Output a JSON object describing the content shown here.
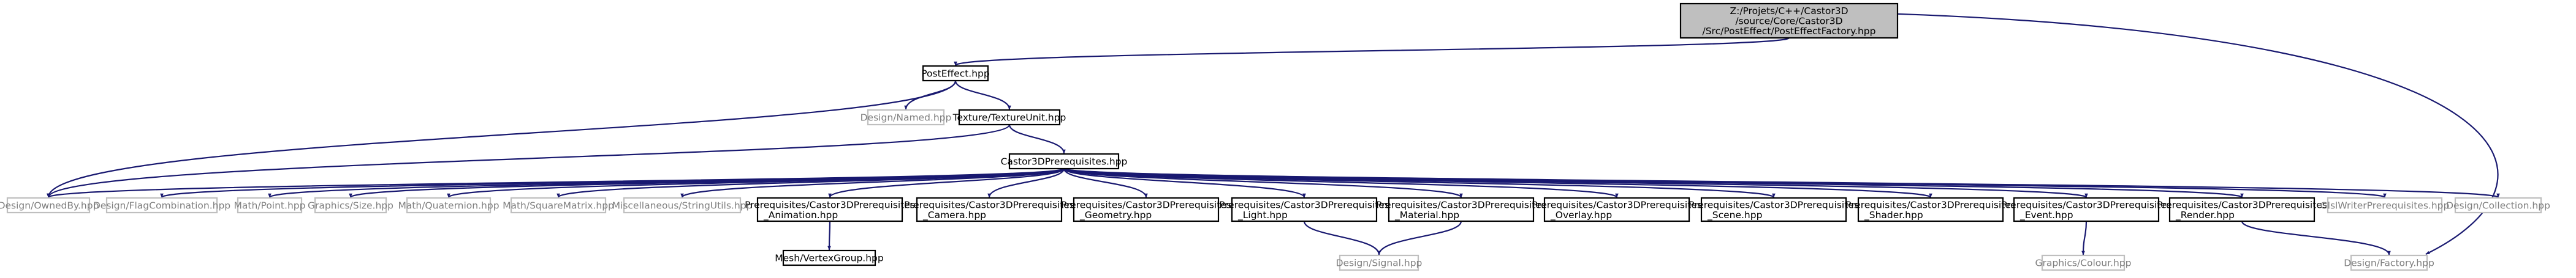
{
  "diagram": {
    "type": "include-dependency-graph",
    "colors": {
      "root_fill": "#bfbfbf",
      "node_fill": "#ffffff",
      "node_border": "#000000",
      "external_border": "#bfbfbf",
      "external_text": "#7f7f7f",
      "text": "#000000",
      "edge": "#191970"
    },
    "nodes": [
      {
        "id": "root",
        "lines": [
          "Z:/Projets/C++/Castor3D",
          "/source/Core/Castor3D",
          "/Src/PostEffect/PostEffectFactory.hpp"
        ],
        "style": "root"
      },
      {
        "id": "posteffect",
        "lines": [
          "PostEffect.hpp"
        ],
        "style": "normal"
      },
      {
        "id": "named",
        "lines": [
          "Design/Named.hpp"
        ],
        "style": "external"
      },
      {
        "id": "textureunit",
        "lines": [
          "Texture/TextureUnit.hpp"
        ],
        "style": "normal"
      },
      {
        "id": "castor3dprereq",
        "lines": [
          "Castor3DPrerequisites.hpp"
        ],
        "style": "normal"
      },
      {
        "id": "ownedby",
        "lines": [
          "Design/OwnedBy.hpp"
        ],
        "style": "external"
      },
      {
        "id": "flagcombination",
        "lines": [
          "Design/FlagCombination.hpp"
        ],
        "style": "external"
      },
      {
        "id": "point",
        "lines": [
          "Math/Point.hpp"
        ],
        "style": "external"
      },
      {
        "id": "size",
        "lines": [
          "Graphics/Size.hpp"
        ],
        "style": "external"
      },
      {
        "id": "quaternion",
        "lines": [
          "Math/Quaternion.hpp"
        ],
        "style": "external"
      },
      {
        "id": "squarematrix",
        "lines": [
          "Math/SquareMatrix.hpp"
        ],
        "style": "external"
      },
      {
        "id": "stringutils",
        "lines": [
          "Miscellaneous/StringUtils.hpp"
        ],
        "style": "external"
      },
      {
        "id": "animation",
        "lines": [
          "Prerequisites/Castor3DPrerequisites",
          "_Animation.hpp"
        ],
        "style": "normal"
      },
      {
        "id": "camera",
        "lines": [
          "Prerequisites/Castor3DPrerequisites",
          "_Camera.hpp"
        ],
        "style": "normal"
      },
      {
        "id": "geometry",
        "lines": [
          "Prerequisites/Castor3DPrerequisites",
          "_Geometry.hpp"
        ],
        "style": "normal"
      },
      {
        "id": "light",
        "lines": [
          "Prerequisites/Castor3DPrerequisites",
          "_Light.hpp"
        ],
        "style": "normal"
      },
      {
        "id": "material",
        "lines": [
          "Prerequisites/Castor3DPrerequisites",
          "_Material.hpp"
        ],
        "style": "normal"
      },
      {
        "id": "overlay",
        "lines": [
          "Prerequisites/Castor3DPrerequisites",
          "_Overlay.hpp"
        ],
        "style": "normal"
      },
      {
        "id": "scene",
        "lines": [
          "Prerequisites/Castor3DPrerequisites",
          "_Scene.hpp"
        ],
        "style": "normal"
      },
      {
        "id": "shader",
        "lines": [
          "Prerequisites/Castor3DPrerequisites",
          "_Shader.hpp"
        ],
        "style": "normal"
      },
      {
        "id": "event",
        "lines": [
          "Prerequisites/Castor3DPrerequisites",
          "_Event.hpp"
        ],
        "style": "normal"
      },
      {
        "id": "render",
        "lines": [
          "Prerequisites/Castor3DPrerequisites",
          "_Render.hpp"
        ],
        "style": "normal"
      },
      {
        "id": "glslwriter",
        "lines": [
          "GlslWriterPrerequisites.hpp"
        ],
        "style": "external"
      },
      {
        "id": "collection",
        "lines": [
          "Design/Collection.hpp"
        ],
        "style": "external"
      },
      {
        "id": "vertexgroup",
        "lines": [
          "Mesh/VertexGroup.hpp"
        ],
        "style": "normal"
      },
      {
        "id": "signal",
        "lines": [
          "Design/Signal.hpp"
        ],
        "style": "external"
      },
      {
        "id": "colour",
        "lines": [
          "Graphics/Colour.hpp"
        ],
        "style": "external"
      },
      {
        "id": "factory",
        "lines": [
          "Design/Factory.hpp"
        ],
        "style": "external"
      }
    ],
    "edges": [
      [
        "root",
        "posteffect"
      ],
      [
        "root",
        "factory"
      ],
      [
        "posteffect",
        "ownedby"
      ],
      [
        "posteffect",
        "named"
      ],
      [
        "posteffect",
        "textureunit"
      ],
      [
        "textureunit",
        "castor3dprereq"
      ],
      [
        "textureunit",
        "ownedby"
      ],
      [
        "castor3dprereq",
        "ownedby"
      ],
      [
        "castor3dprereq",
        "flagcombination"
      ],
      [
        "castor3dprereq",
        "point"
      ],
      [
        "castor3dprereq",
        "size"
      ],
      [
        "castor3dprereq",
        "quaternion"
      ],
      [
        "castor3dprereq",
        "squarematrix"
      ],
      [
        "castor3dprereq",
        "stringutils"
      ],
      [
        "castor3dprereq",
        "animation"
      ],
      [
        "castor3dprereq",
        "camera"
      ],
      [
        "castor3dprereq",
        "geometry"
      ],
      [
        "castor3dprereq",
        "light"
      ],
      [
        "castor3dprereq",
        "material"
      ],
      [
        "castor3dprereq",
        "overlay"
      ],
      [
        "castor3dprereq",
        "scene"
      ],
      [
        "castor3dprereq",
        "shader"
      ],
      [
        "castor3dprereq",
        "event"
      ],
      [
        "castor3dprereq",
        "render"
      ],
      [
        "castor3dprereq",
        "glslwriter"
      ],
      [
        "castor3dprereq",
        "collection"
      ],
      [
        "animation",
        "vertexgroup"
      ],
      [
        "light",
        "signal"
      ],
      [
        "material",
        "signal"
      ],
      [
        "event",
        "colour"
      ],
      [
        "render",
        "factory"
      ]
    ]
  }
}
